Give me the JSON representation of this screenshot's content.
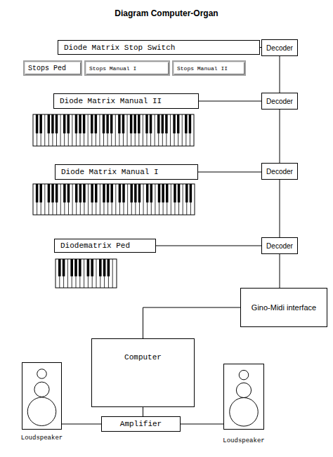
{
  "diagram": {
    "title": "Diagram Computer-Organ",
    "nodes": [
      {
        "text": [
          "Diode Matrix Stop Switch"
        ]
      },
      {
        "text": [
          "Decoder"
        ]
      },
      {
        "text": [
          "Stops Ped"
        ]
      },
      {
        "text": [
          "Stops Manual I"
        ]
      },
      {
        "text": [
          "Stops Manual II"
        ]
      },
      {
        "text": [
          "Diode Matrix Manual II"
        ]
      },
      {
        "text": [
          "Decoder"
        ]
      },
      {
        "text": [
          "Diode Matrix Manual I"
        ]
      },
      {
        "text": [
          "Decoder"
        ]
      },
      {
        "text": [
          "Diodematrix Ped"
        ]
      },
      {
        "text": [
          "Decoder"
        ]
      },
      {
        "text": [
          "Gino-Midi interface"
        ]
      },
      {
        "text": [
          "Computer"
        ]
      },
      {
        "text": [
          "Amplifier"
        ]
      },
      {
        "text": [
          "Loudspeaker"
        ]
      },
      {
        "text": [
          "Loudspeaker"
        ]
      }
    ],
    "edges": [
      {
        "from": 0,
        "to": 1,
        "arrow": "none"
      },
      {
        "from": 1,
        "to": 6,
        "arrow": "none"
      },
      {
        "from": 5,
        "to": 6,
        "arrow": "none"
      },
      {
        "from": 6,
        "to": 8,
        "arrow": "none"
      },
      {
        "from": 7,
        "to": 8,
        "arrow": "none"
      },
      {
        "from": 8,
        "to": 10,
        "arrow": "none"
      },
      {
        "from": 9,
        "to": 10,
        "arrow": "none"
      },
      {
        "from": 10,
        "to": 11,
        "arrow": "none"
      },
      {
        "from": 11,
        "to": 12,
        "arrow": "none"
      },
      {
        "from": 12,
        "to": 13,
        "arrow": "none"
      },
      {
        "from": 13,
        "to": 14,
        "arrow": "none"
      },
      {
        "from": 13,
        "to": 15,
        "arrow": "none"
      }
    ]
  }
}
